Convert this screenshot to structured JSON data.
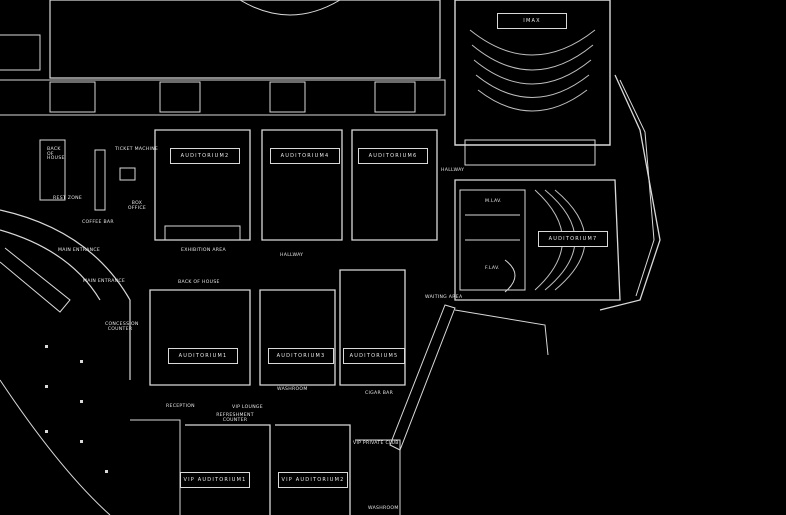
{
  "labels": {
    "imax": "IMAX",
    "auditorium2": "AUDITORIUM2",
    "auditorium4": "AUDITORIUM4",
    "auditorium6": "AUDITORIUM6",
    "auditorium7": "AUDITORIUM7",
    "auditorium1": "AUDITORIUM1",
    "auditorium3": "AUDITORIUM3",
    "auditorium5": "AUDITORIUM5",
    "vip_auditorium1": "VIP AUDITORIUM1",
    "vip_auditorium2": "VIP AUDITORIUM2",
    "ticket_machine": "TICKET MACHINE",
    "back_of_house_left": "BACK OF HOUSE",
    "rest_zone": "REST ZONE",
    "coffee_bar": "COFFEE BAR",
    "box_office": "BOX OFFICE",
    "exhibition_area": "EXHIBITION AREA",
    "hallway_center": "HALLWAY",
    "hallway_right": "HALLWAY",
    "main_entrance_1": "MAIN ENTRANCE",
    "main_entrance_2": "MAIN ENTRANCE",
    "back_of_house_mid": "BACK OF HOUSE",
    "concession_counter": "CONCESSION COUNTER",
    "waiting_area": "WAITING AREA",
    "m_lav": "M.LAV.",
    "f_lav": "F.LAV.",
    "washroom_mid": "WASHROOM",
    "cigar_bar": "CIGAR BAR",
    "reception": "RECEPTION",
    "vip_lounge": "VIP LOUNGE",
    "refreshment_counter": "REFRESHMENT COUNTER",
    "vip_private_club": "VIP PRIVATE CLUB",
    "washroom_bottom": "WASHROOM"
  },
  "colors": {
    "background": "#000000",
    "lines": "#d9d9d9",
    "seating": "#bfbfbf"
  }
}
